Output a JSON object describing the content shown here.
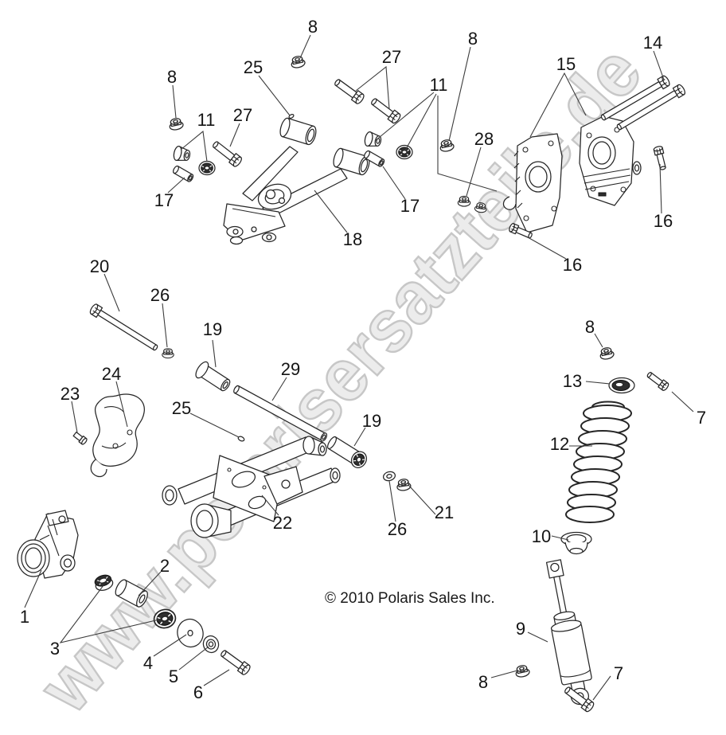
{
  "watermark": {
    "text": "www.polarisersatzteile.de"
  },
  "copyright": {
    "text": "© 2010 Polaris Sales Inc."
  },
  "callouts": [
    {
      "label": "1"
    },
    {
      "label": "2"
    },
    {
      "label": "3"
    },
    {
      "label": "4"
    },
    {
      "label": "5"
    },
    {
      "label": "6"
    },
    {
      "label": "7"
    },
    {
      "label": "7"
    },
    {
      "label": "8"
    },
    {
      "label": "8"
    },
    {
      "label": "8"
    },
    {
      "label": "8"
    },
    {
      "label": "8"
    },
    {
      "label": "9"
    },
    {
      "label": "10"
    },
    {
      "label": "11"
    },
    {
      "label": "11"
    },
    {
      "label": "12"
    },
    {
      "label": "13"
    },
    {
      "label": "14"
    },
    {
      "label": "15"
    },
    {
      "label": "16"
    },
    {
      "label": "16"
    },
    {
      "label": "17"
    },
    {
      "label": "17"
    },
    {
      "label": "18"
    },
    {
      "label": "19"
    },
    {
      "label": "19"
    },
    {
      "label": "20"
    },
    {
      "label": "21"
    },
    {
      "label": "22"
    },
    {
      "label": "23"
    },
    {
      "label": "24"
    },
    {
      "label": "25"
    },
    {
      "label": "25"
    },
    {
      "label": "26"
    },
    {
      "label": "26"
    },
    {
      "label": "27"
    },
    {
      "label": "27"
    },
    {
      "label": "28"
    },
    {
      "label": "29"
    }
  ]
}
